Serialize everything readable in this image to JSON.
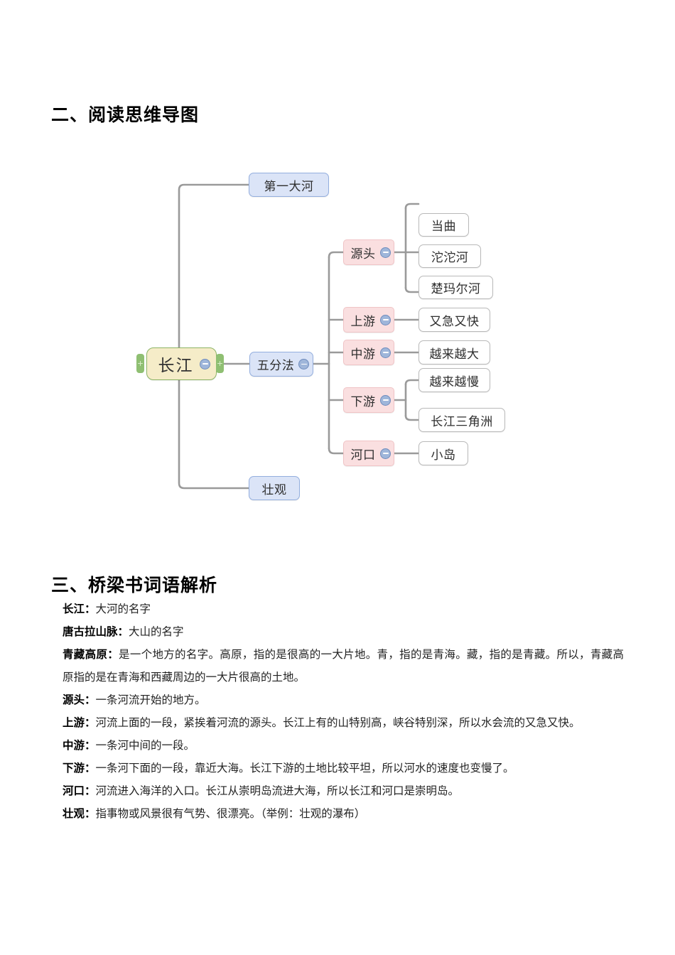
{
  "document": {
    "sections": [
      {
        "id": "heading-2",
        "title": "二、阅读思维导图"
      },
      {
        "id": "heading-3",
        "title": "三、桥梁书词语解析"
      }
    ]
  },
  "mindmap": {
    "root": {
      "label": "长江",
      "toggle": "collapse-icon",
      "left_tab": "expand-tab-left",
      "right_tab": "expand-tab-right"
    },
    "branches": [
      {
        "label": "第一大河",
        "type": "blue"
      },
      {
        "label": "五分法",
        "type": "blue",
        "toggle": "collapse-icon"
      },
      {
        "label": "壮观",
        "type": "blue"
      }
    ],
    "stages": [
      {
        "label": "源头",
        "type": "pink",
        "toggle": "collapse-icon",
        "children": [
          "当曲",
          "沱沱河",
          "楚玛尔河"
        ]
      },
      {
        "label": "上游",
        "type": "pink",
        "toggle": "collapse-icon",
        "children": [
          "又急又快"
        ]
      },
      {
        "label": "中游",
        "type": "pink",
        "toggle": "collapse-icon",
        "children": [
          "越来越大"
        ]
      },
      {
        "label": "下游",
        "type": "pink",
        "toggle": "collapse-icon",
        "children": [
          "越来越慢",
          "长江三角洲"
        ]
      },
      {
        "label": "河口",
        "type": "pink",
        "toggle": "collapse-icon",
        "children": [
          "小岛"
        ]
      }
    ],
    "colors": {
      "root_fill": "#f5ecc8",
      "root_border": "#8cb464",
      "blue_fill": "#dbe4f7",
      "blue_border": "#93aede",
      "pink_fill": "#fadfe0",
      "pink_border": "#f0c4c6",
      "leaf_fill": "#ffffff",
      "leaf_border": "#b9b9b9",
      "connector": "#9a9a9a",
      "toggle": "#9fb6da",
      "tab": "#8fbf72"
    }
  },
  "glossary": {
    "entries": [
      {
        "term": "长江：",
        "definition": "大河的名字"
      },
      {
        "term": "唐古拉山脉：",
        "definition": "大山的名字"
      },
      {
        "term": "青藏高原：",
        "definition": "是一个地方的名字。高原，指的是很高的一大片地。青，指的是青海。藏，指的是青藏。所以，青藏高原指的是在青海和西藏周边的一大片很高的土地。"
      },
      {
        "term": "源头：",
        "definition": "一条河流开始的地方。"
      },
      {
        "term": "上游：",
        "definition": "河流上面的一段，紧挨着河流的源头。长江上有的山特别高，峡谷特别深，所以水会流的又急又快。"
      },
      {
        "term": "中游：",
        "definition": "一条河中间的一段。"
      },
      {
        "term": "下游：",
        "definition": "一条河下面的一段，靠近大海。长江下游的土地比较平坦，所以河水的速度也变慢了。"
      },
      {
        "term": "河口：",
        "definition": "河流进入海洋的入口。长江从崇明岛流进大海，所以长江和河口是崇明岛。"
      },
      {
        "term": "壮观：",
        "definition": "指事物或风景很有气势、很漂亮。（举例：壮观的瀑布）"
      }
    ]
  }
}
